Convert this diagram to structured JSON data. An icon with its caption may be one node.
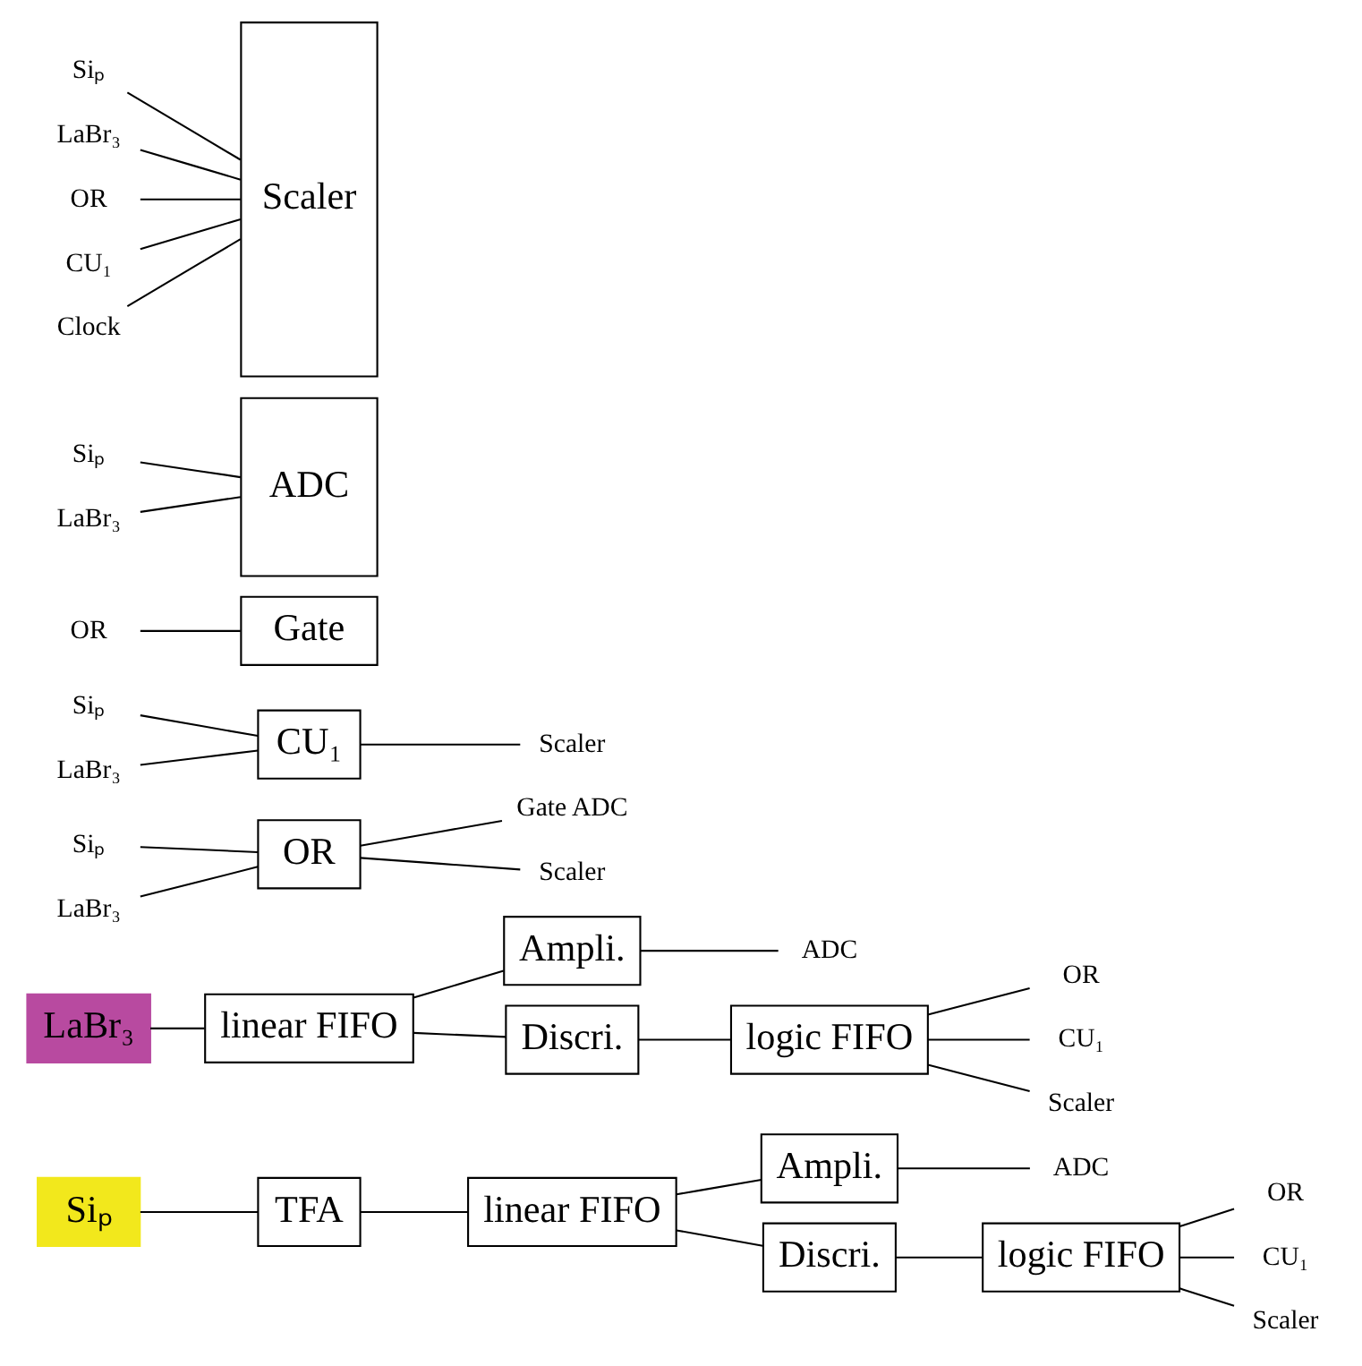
{
  "diagram": {
    "nodes": [
      {
        "text": [
          "Siₚ"
        ]
      },
      {
        "text": [
          "TFA"
        ]
      },
      {
        "text": [
          "linear FIFO"
        ]
      },
      {
        "text": [
          "Ampli."
        ]
      },
      {
        "text": [
          "ADC"
        ]
      },
      {
        "text": [
          "Discri."
        ]
      },
      {
        "text": [
          "logic FIFO"
        ]
      },
      {
        "text": [
          "OR"
        ]
      },
      {
        "text": [
          "CU₁"
        ]
      },
      {
        "text": [
          "Scaler"
        ]
      },
      {
        "text": [
          "LaBr₃"
        ]
      },
      {
        "text": [
          "linear FIFO"
        ]
      },
      {
        "text": [
          "Ampli."
        ]
      },
      {
        "text": [
          "ADC"
        ]
      },
      {
        "text": [
          "Discri."
        ]
      },
      {
        "text": [
          "logic FIFO"
        ]
      },
      {
        "text": [
          "OR"
        ]
      },
      {
        "text": [
          "CU₁"
        ]
      },
      {
        "text": [
          "Scaler"
        ]
      },
      {
        "text": [
          "Siₚ"
        ]
      },
      {
        "text": [
          "LaBr₃"
        ]
      },
      {
        "text": [
          "OR"
        ]
      },
      {
        "text": [
          "Gate ADC"
        ]
      },
      {
        "text": [
          "Scaler"
        ]
      },
      {
        "text": [
          "Siₚ"
        ]
      },
      {
        "text": [
          "LaBr₃"
        ]
      },
      {
        "text": [
          "CU₁"
        ]
      },
      {
        "text": [
          "Scaler"
        ]
      },
      {
        "text": [
          "Siₚ"
        ]
      },
      {
        "text": [
          "LaBr₃"
        ]
      },
      {
        "text": [
          "ADC"
        ]
      },
      {
        "text": [
          "OR"
        ]
      },
      {
        "text": [
          "Gate"
        ]
      },
      {
        "text": [
          "Siₚ"
        ]
      },
      {
        "text": [
          "LaBr₃"
        ]
      },
      {
        "text": [
          "OR"
        ]
      },
      {
        "text": [
          "CU₁"
        ]
      },
      {
        "text": [
          "Clock"
        ]
      },
      {
        "text": [
          "Scaler"
        ]
      }
    ],
    "edges": [
      {
        "from": 0,
        "to": 1,
        "arrow": "none"
      },
      {
        "from": 1,
        "to": 2,
        "arrow": "none"
      },
      {
        "from": 2,
        "to": 3,
        "arrow": "none"
      },
      {
        "from": 2,
        "to": 5,
        "arrow": "none"
      },
      {
        "from": 3,
        "to": 4,
        "arrow": "none"
      },
      {
        "from": 5,
        "to": 6,
        "arrow": "none"
      },
      {
        "from": 6,
        "to": 7,
        "arrow": "none"
      },
      {
        "from": 6,
        "to": 8,
        "arrow": "none"
      },
      {
        "from": 6,
        "to": 9,
        "arrow": "none"
      },
      {
        "from": 10,
        "to": 11,
        "arrow": "none"
      },
      {
        "from": 11,
        "to": 12,
        "arrow": "none"
      },
      {
        "from": 11,
        "to": 14,
        "arrow": "none"
      },
      {
        "from": 12,
        "to": 13,
        "arrow": "none"
      },
      {
        "from": 14,
        "to": 15,
        "arrow": "none"
      },
      {
        "from": 15,
        "to": 16,
        "arrow": "none"
      },
      {
        "from": 15,
        "to": 17,
        "arrow": "none"
      },
      {
        "from": 15,
        "to": 18,
        "arrow": "none"
      },
      {
        "from": 19,
        "to": 21,
        "arrow": "none"
      },
      {
        "from": 20,
        "to": 21,
        "arrow": "none"
      },
      {
        "from": 21,
        "to": 22,
        "arrow": "none"
      },
      {
        "from": 21,
        "to": 23,
        "arrow": "none"
      },
      {
        "from": 24,
        "to": 26,
        "arrow": "none"
      },
      {
        "from": 25,
        "to": 26,
        "arrow": "none"
      },
      {
        "from": 26,
        "to": 27,
        "arrow": "none"
      },
      {
        "from": 28,
        "to": 30,
        "arrow": "none"
      },
      {
        "from": 29,
        "to": 30,
        "arrow": "none"
      },
      {
        "from": 31,
        "to": 32,
        "arrow": "none"
      },
      {
        "from": 33,
        "to": 38,
        "arrow": "none"
      },
      {
        "from": 34,
        "to": 38,
        "arrow": "none"
      },
      {
        "from": 35,
        "to": 38,
        "arrow": "none"
      },
      {
        "from": 36,
        "to": 38,
        "arrow": "none"
      },
      {
        "from": 37,
        "to": 38,
        "arrow": "none"
      }
    ]
  }
}
